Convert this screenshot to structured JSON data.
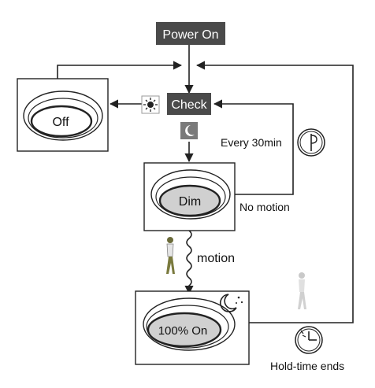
{
  "nodes": {
    "power_on": "Power On",
    "check": "Check",
    "off": "Off",
    "dim": "Dim",
    "full_on": "100% On"
  },
  "edge_labels": {
    "every_30min": "Every 30min",
    "no_motion": "No motion",
    "motion": "motion",
    "hold_time_ends": "Hold-time ends"
  },
  "icons": {
    "sun": "sun-icon",
    "moon": "moon-icon",
    "clock": "clock-icon",
    "walker": "person-walking-icon"
  },
  "colors": {
    "dark_box": "#4a4a4a",
    "lamp_fill": "#d0d0d0",
    "line": "#222222"
  }
}
